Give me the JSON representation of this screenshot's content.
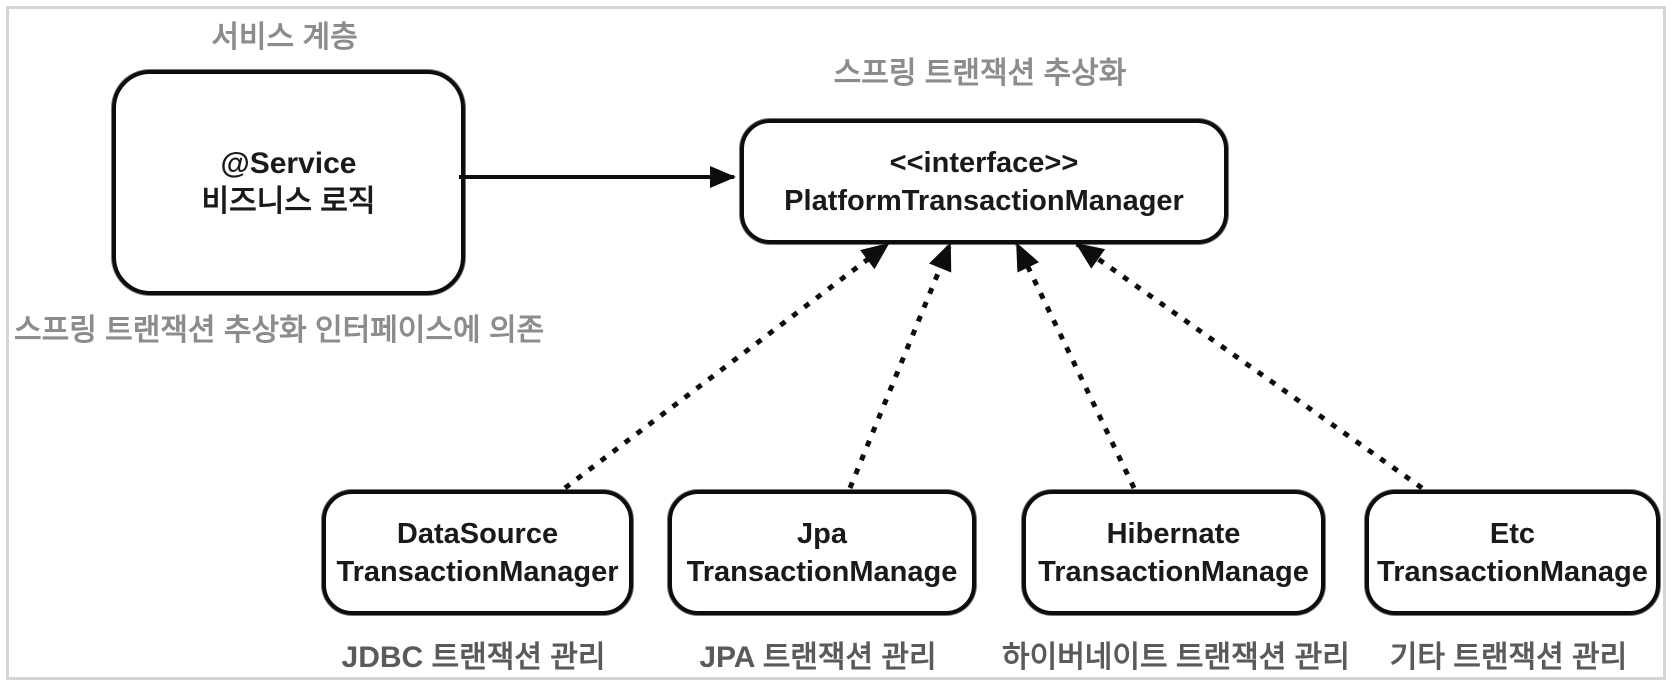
{
  "diagram": {
    "title_labels": {
      "service_layer": "서비스 계층",
      "spring_tx_abstraction": "스프링 트랜잭션 추상화",
      "depends_note": "스프링 트랜잭션 추상화 인터페이스에 의존"
    },
    "service_box": {
      "line1": "@Service",
      "line2": "비즈니스 로직"
    },
    "interface_box": {
      "line1": "<<interface>>",
      "line2": "PlatformTransactionManager"
    },
    "implementations": [
      {
        "line1": "DataSource",
        "line2": "TransactionManager",
        "caption": "JDBC 트랜잭션 관리"
      },
      {
        "line1": "Jpa",
        "line2": "TransactionManage",
        "caption": "JPA 트랜잭션 관리"
      },
      {
        "line1": "Hibernate",
        "line2": "TransactionManage",
        "caption": "하이버네이트 트랜잭션 관리"
      },
      {
        "line1": "Etc",
        "line2": "TransactionManage",
        "caption": "기타 트랜잭션 관리"
      }
    ],
    "colors": {
      "label_gray": "#8c8c8c",
      "caption_gray": "#5a5a5a",
      "stroke_black": "#0d0d0d",
      "frame_gray": "#d5d5d5"
    }
  }
}
